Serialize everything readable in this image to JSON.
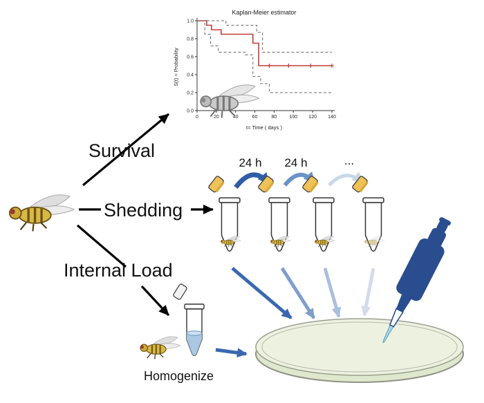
{
  "figure": {
    "branch_labels": {
      "survival": "Survival",
      "shedding": "Shedding",
      "internal_load": "Internal Load"
    },
    "process_labels": {
      "homogenize": "Homogenize"
    },
    "intervals": [
      "24 h",
      "24 h",
      "..."
    ]
  },
  "chart_data": {
    "type": "line",
    "title": "Kaplan-Meier estimator",
    "xlabel": "t= Time ( days )",
    "ylabel": "S(t) = Probability",
    "xlim": [
      0,
      140
    ],
    "ylim": [
      0,
      1.0
    ],
    "x_ticks": [
      "0",
      "20",
      "40",
      "60",
      "80",
      "100",
      "120",
      "140"
    ],
    "y_ticks": [
      "0.0",
      "0.2",
      "0.4",
      "0.6",
      "0.8",
      "1.0"
    ],
    "grid": false,
    "legend": "none",
    "series": [
      {
        "name": "survival-curve",
        "style": "step-solid",
        "color": "#c23b3b",
        "points": [
          [
            0,
            1.0
          ],
          [
            10,
            0.95
          ],
          [
            15,
            0.9
          ],
          [
            25,
            0.85
          ],
          [
            58,
            0.75
          ],
          [
            64,
            0.5
          ],
          [
            140,
            0.5
          ]
        ]
      },
      {
        "name": "ci-upper",
        "style": "step-dashed",
        "color": "#666666",
        "points": [
          [
            0,
            1.0
          ],
          [
            25,
            1.0
          ],
          [
            30,
            0.95
          ],
          [
            55,
            0.95
          ],
          [
            62,
            0.87
          ],
          [
            68,
            0.65
          ],
          [
            140,
            0.65
          ]
        ]
      },
      {
        "name": "ci-lower",
        "style": "step-dashed",
        "color": "#666666",
        "points": [
          [
            0,
            1.0
          ],
          [
            8,
            0.85
          ],
          [
            14,
            0.72
          ],
          [
            22,
            0.65
          ],
          [
            50,
            0.62
          ],
          [
            58,
            0.38
          ],
          [
            66,
            0.3
          ],
          [
            75,
            0.2
          ],
          [
            140,
            0.2
          ]
        ]
      }
    ],
    "censor_marks": [
      [
        75,
        0.5
      ],
      [
        95,
        0.5
      ],
      [
        118,
        0.5
      ],
      [
        140,
        0.5
      ]
    ],
    "censor_color": "#c23b3b"
  },
  "colors": {
    "arrow_black": "#000000",
    "arrow_blue_dark": "#3a68b0",
    "arrow_blue_mid": "#7e9fcc",
    "arrow_blue_light": "#aabfdd",
    "arrow_blue_faint": "#d4dcea",
    "tube_cap": "#eec257",
    "pipette_body": "#2a4d8f",
    "pipette_tip": "#a8d8ea",
    "dish_fill_top": "#edf2e0",
    "dish_fill_bottom": "#dfe8cc",
    "fly_body": "#d8b945",
    "liquid": "#aac7e4"
  }
}
